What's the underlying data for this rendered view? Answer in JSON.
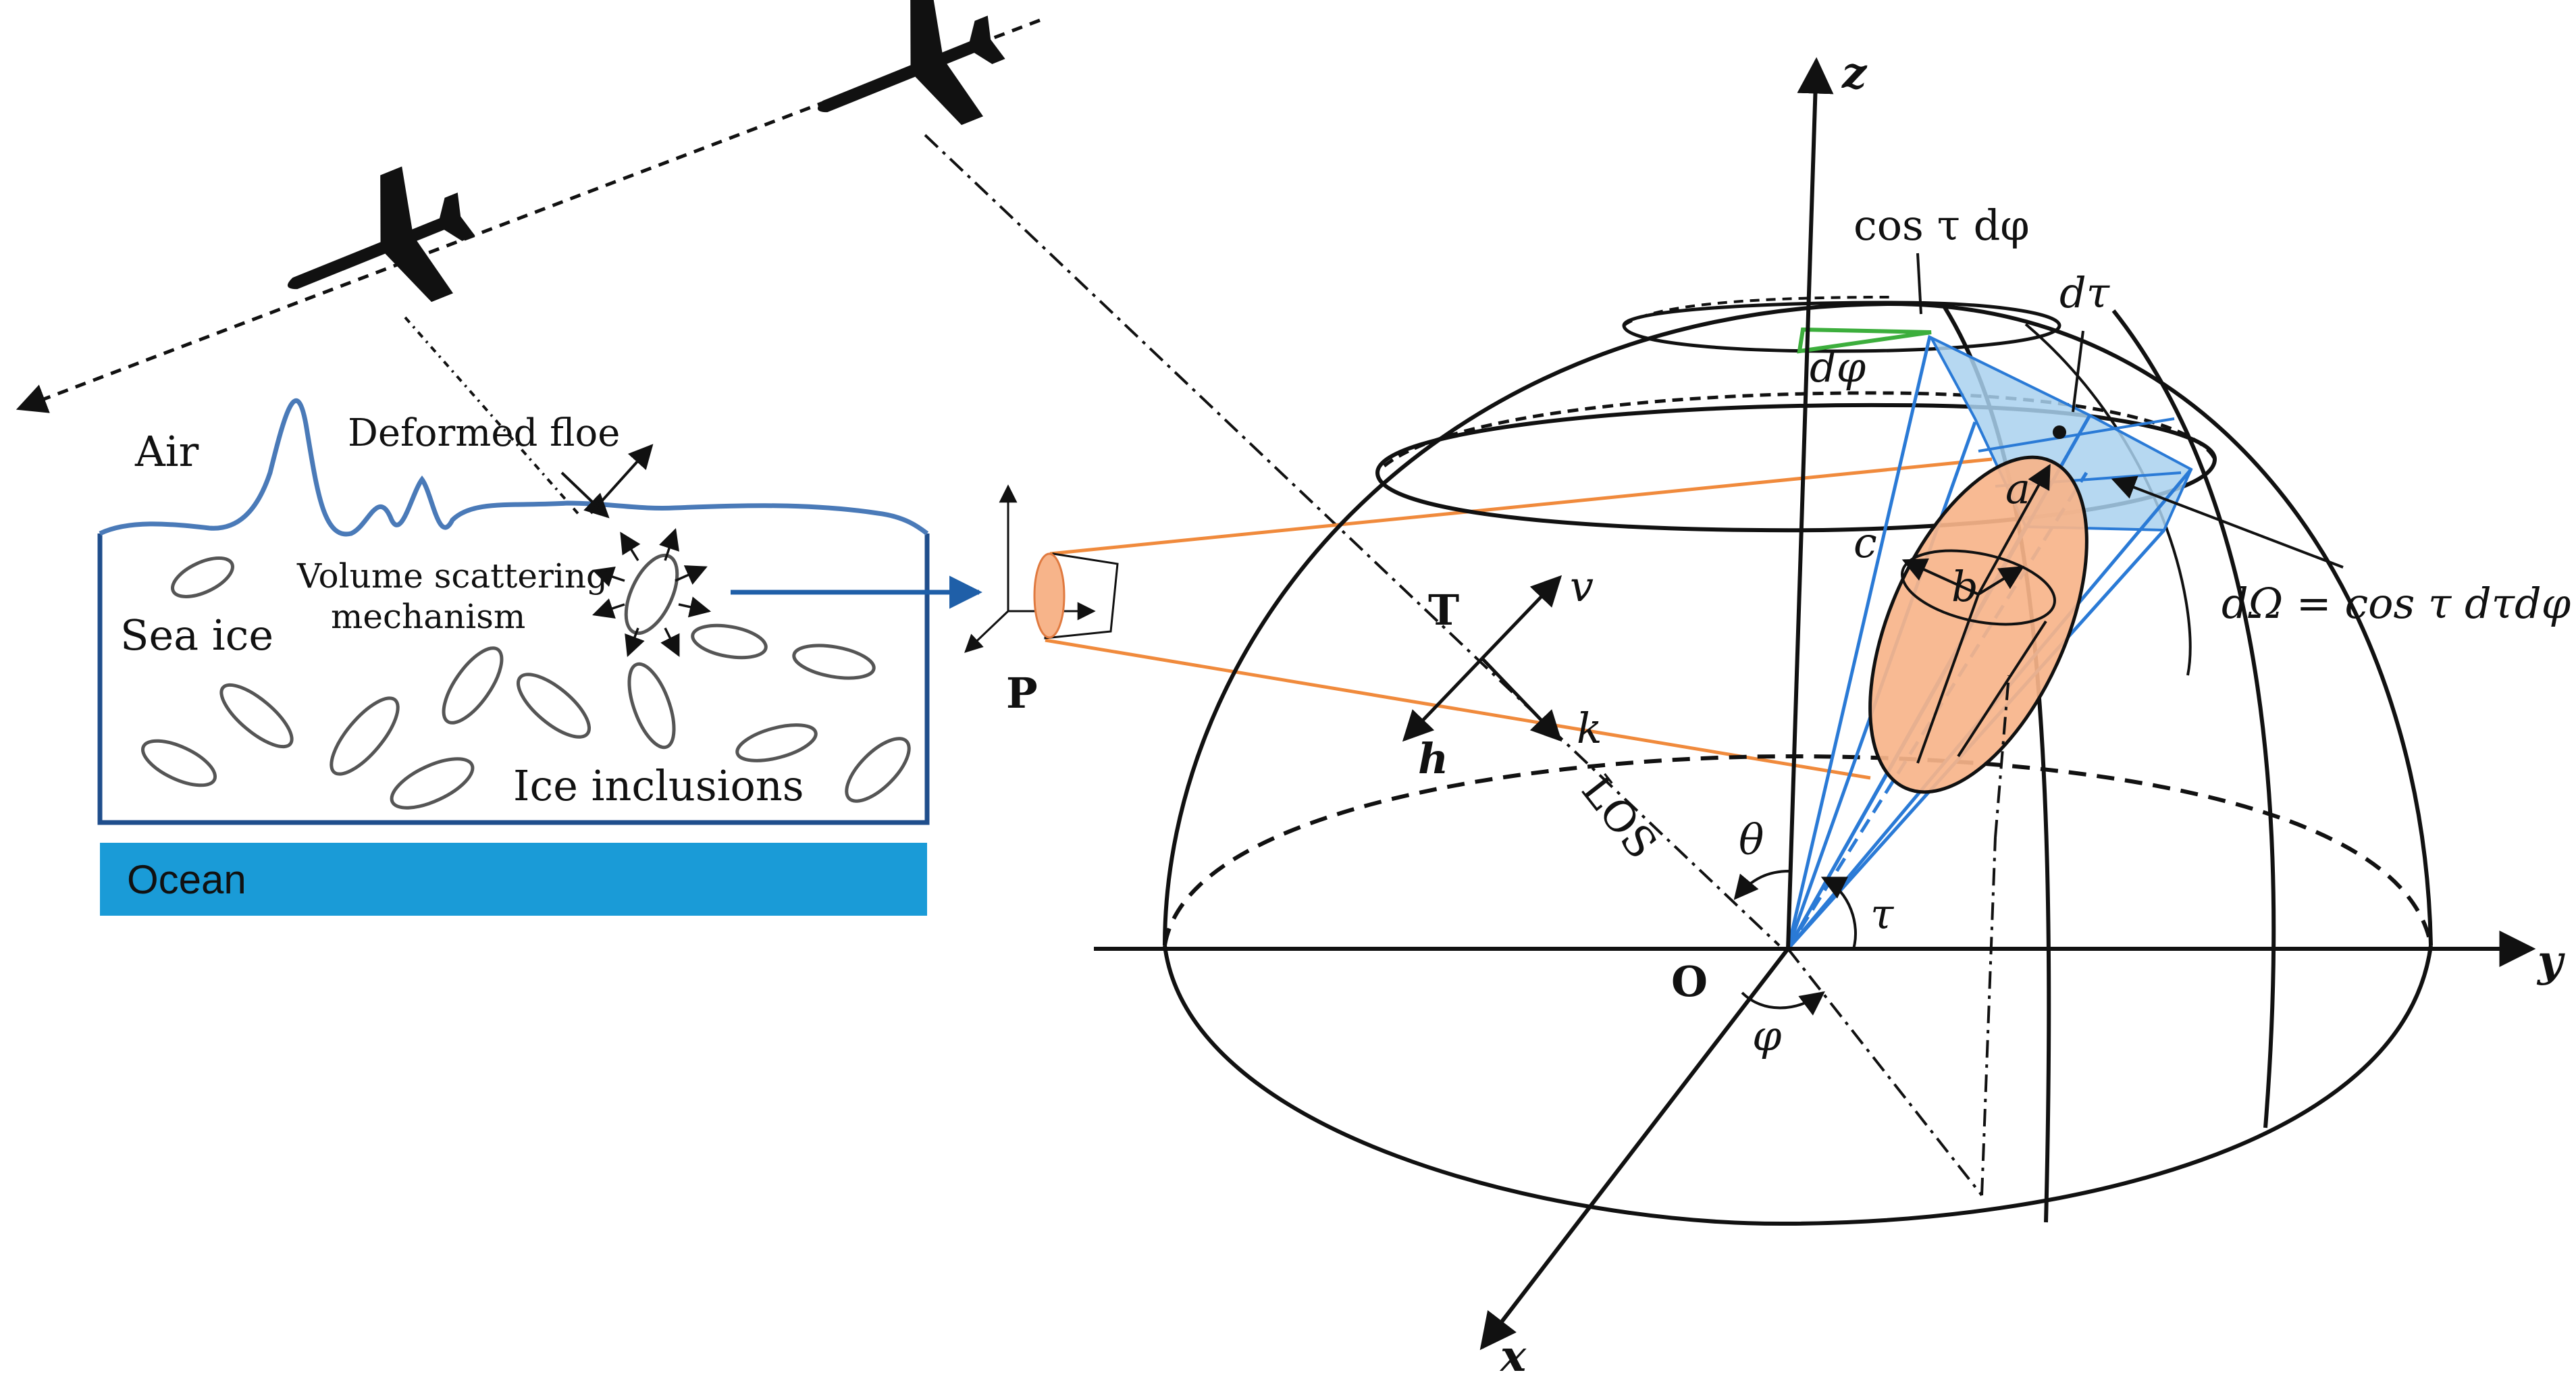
{
  "labels": {
    "air": "Air",
    "deformed_floe": "Deformed floe",
    "volume_scattering_1": "Volume scattering",
    "volume_scattering_2": "mechanism",
    "sea_ice": "Sea ice",
    "ice_inclusions": "Ice inclusions",
    "ocean": "Ocean",
    "p": "P",
    "t": "T",
    "v": "v",
    "h": "h",
    "k": "k",
    "los": "LOS",
    "theta": "θ",
    "tau": "τ",
    "phi": "φ",
    "o": "O",
    "x": "x",
    "y": "y",
    "z": "z",
    "a": "a",
    "b": "b",
    "c": "c",
    "cos_tau_dphi": "cos τ dφ",
    "d_tau": "dτ",
    "d_phi": "dφ",
    "d_omega": "dΩ = cos τ dτdφ"
  },
  "colors": {
    "ocean": "#1a9bd7",
    "ice_outline": "#1f4e8c",
    "surface_line": "#4a7ab8",
    "orange_line": "#f08a3c",
    "ellipsoid_fill": "#f7b48a",
    "patch_fill": "#a9d1ee",
    "blue_line": "#2a7ad6",
    "green_line": "#3cae3c"
  }
}
